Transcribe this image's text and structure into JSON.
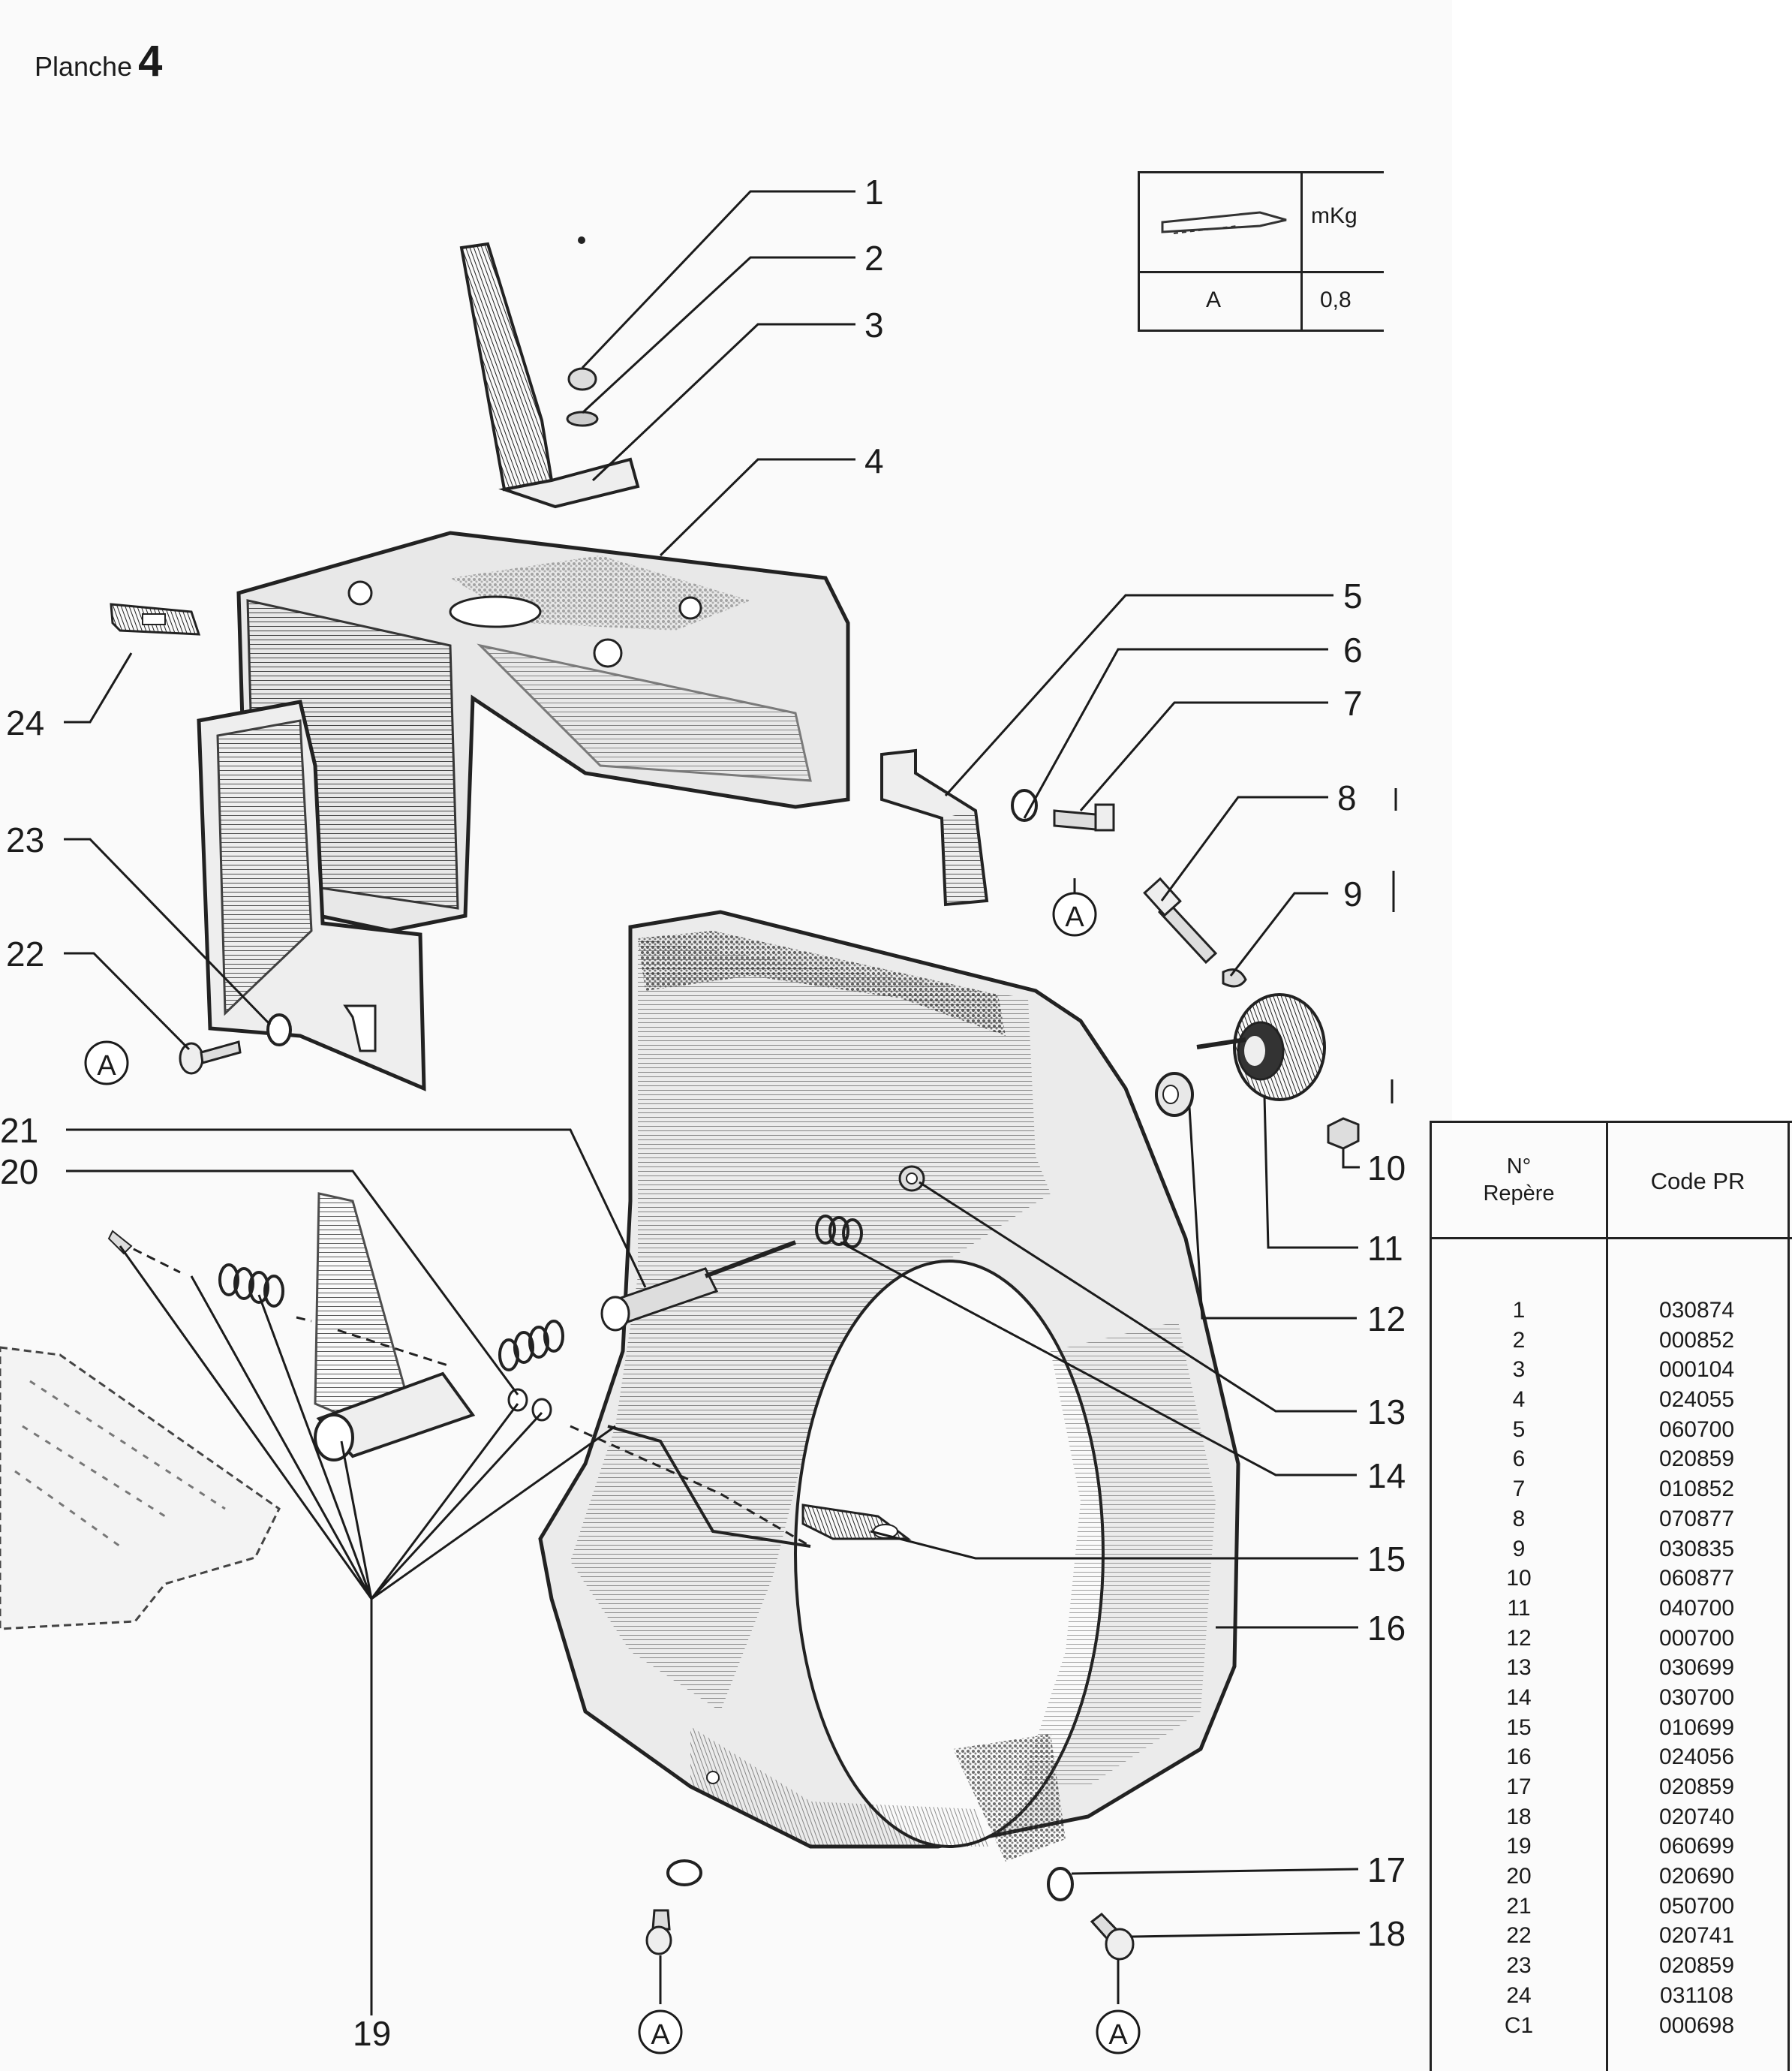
{
  "page": {
    "title": "Planche",
    "number": "4"
  },
  "torque_table": {
    "unit": "mKg",
    "rows": [
      {
        "key": "A",
        "value": "0,8"
      }
    ]
  },
  "callouts": [
    "1",
    "2",
    "3",
    "4",
    "5",
    "6",
    "7",
    "8",
    "9",
    "10",
    "11",
    "12",
    "13",
    "14",
    "15",
    "16",
    "17",
    "18",
    "19",
    "20",
    "21",
    "22",
    "23",
    "24"
  ],
  "torque_markers": [
    "A",
    "A",
    "A",
    "A"
  ],
  "parts_table": {
    "headers": {
      "rep_line1": "N°",
      "rep_line2": "Repère",
      "code": "Code PR"
    },
    "rows": [
      {
        "rep": "1",
        "code": "030874"
      },
      {
        "rep": "2",
        "code": "000852"
      },
      {
        "rep": "3",
        "code": "000104"
      },
      {
        "rep": "4",
        "code": "024055"
      },
      {
        "rep": "5",
        "code": "060700"
      },
      {
        "rep": "6",
        "code": "020859"
      },
      {
        "rep": "7",
        "code": "010852"
      },
      {
        "rep": "8",
        "code": "070877"
      },
      {
        "rep": "9",
        "code": "030835"
      },
      {
        "rep": "10",
        "code": "060877"
      },
      {
        "rep": "11",
        "code": "040700"
      },
      {
        "rep": "12",
        "code": "000700"
      },
      {
        "rep": "13",
        "code": "030699"
      },
      {
        "rep": "14",
        "code": "030700"
      },
      {
        "rep": "15",
        "code": "010699"
      },
      {
        "rep": "16",
        "code": "024056"
      },
      {
        "rep": "17",
        "code": "020859"
      },
      {
        "rep": "18",
        "code": "020740"
      },
      {
        "rep": "19",
        "code": "060699"
      },
      {
        "rep": "20",
        "code": "020690"
      },
      {
        "rep": "21",
        "code": "050700"
      },
      {
        "rep": "22",
        "code": "020741"
      },
      {
        "rep": "23",
        "code": "020859"
      },
      {
        "rep": "24",
        "code": "031108"
      },
      {
        "rep": "C1",
        "code": "000698"
      }
    ]
  }
}
